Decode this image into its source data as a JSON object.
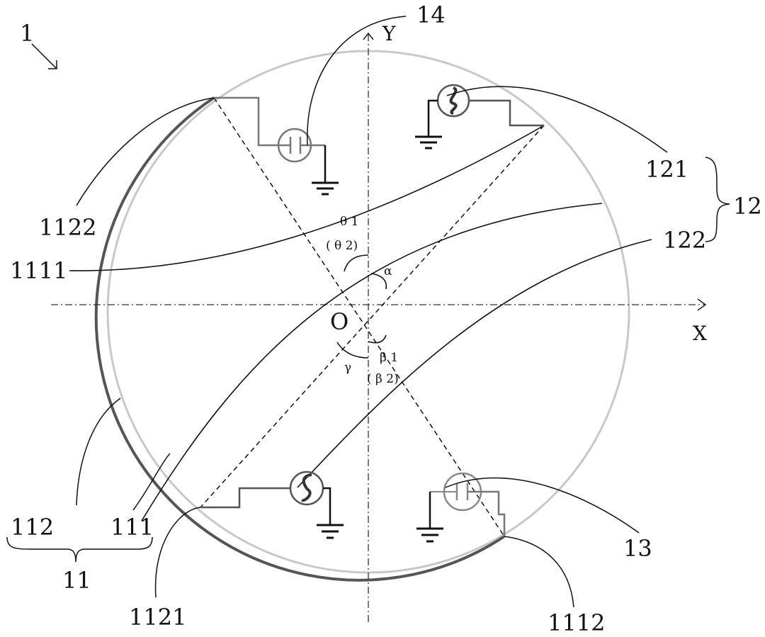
{
  "figure": {
    "reference_numeral": "1",
    "axes": {
      "x_label": "X",
      "y_label": "Y",
      "origin_label": "O"
    },
    "angles": {
      "theta1": "θ 1",
      "theta2": "( θ 2)",
      "alpha": "α",
      "beta1": "β 1",
      "beta2": "( β 2)",
      "gamma": "γ"
    },
    "labels": {
      "l14": "14",
      "l1122": "1122",
      "l1111": "1111",
      "l121": "121",
      "l12": "12",
      "l122": "122",
      "l112": "112",
      "l111": "111",
      "l11": "11",
      "l1121": "1121",
      "l1112": "1112",
      "l13": "13"
    },
    "components": [
      {
        "id": "14",
        "type": "capacitor-source",
        "position": "upper-left"
      },
      {
        "id": "121",
        "type": "ac-source",
        "position": "upper-right"
      },
      {
        "id": "13",
        "type": "capacitor-source",
        "position": "lower-right"
      },
      {
        "id": "1121",
        "type": "ac-source",
        "position": "lower-left"
      }
    ],
    "colors": {
      "ink": "#111111",
      "arc_dark": "#555555",
      "arc_light": "#c8c8c8",
      "component_gray": "#777777"
    }
  }
}
